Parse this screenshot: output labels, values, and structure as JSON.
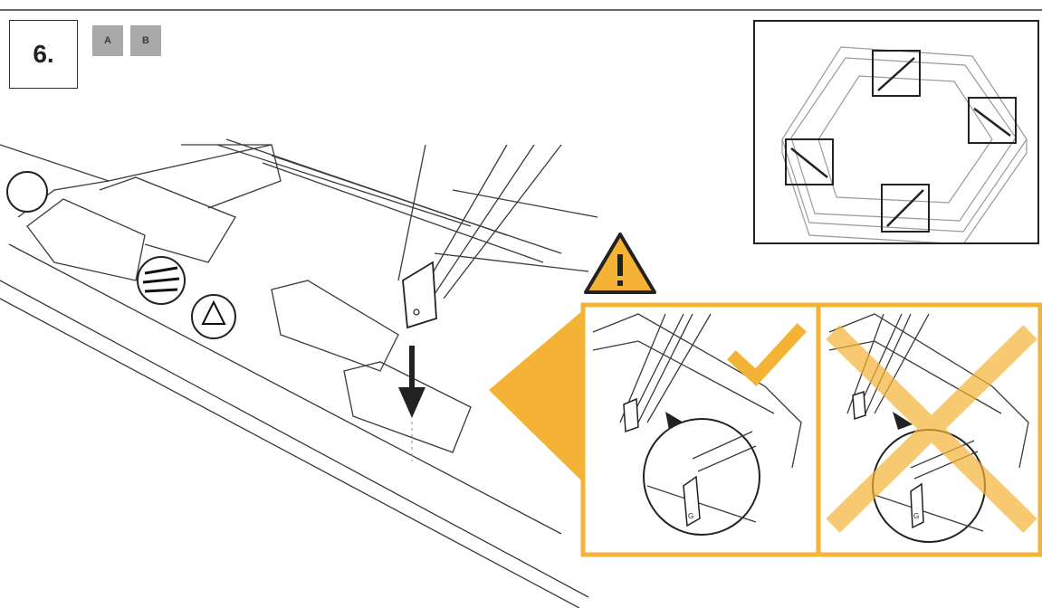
{
  "step": {
    "number": "6."
  },
  "tags": [
    "A",
    "B"
  ],
  "detail_bolt_label": "G",
  "colors": {
    "accent": "#f5b335",
    "accent_soft": "#f8c866",
    "line": "#3a3a3a",
    "tag_bg": "#a9a9a9"
  },
  "icons": [
    "warning-icon",
    "checkmark-icon",
    "cross-icon",
    "arrow-down-icon"
  ]
}
